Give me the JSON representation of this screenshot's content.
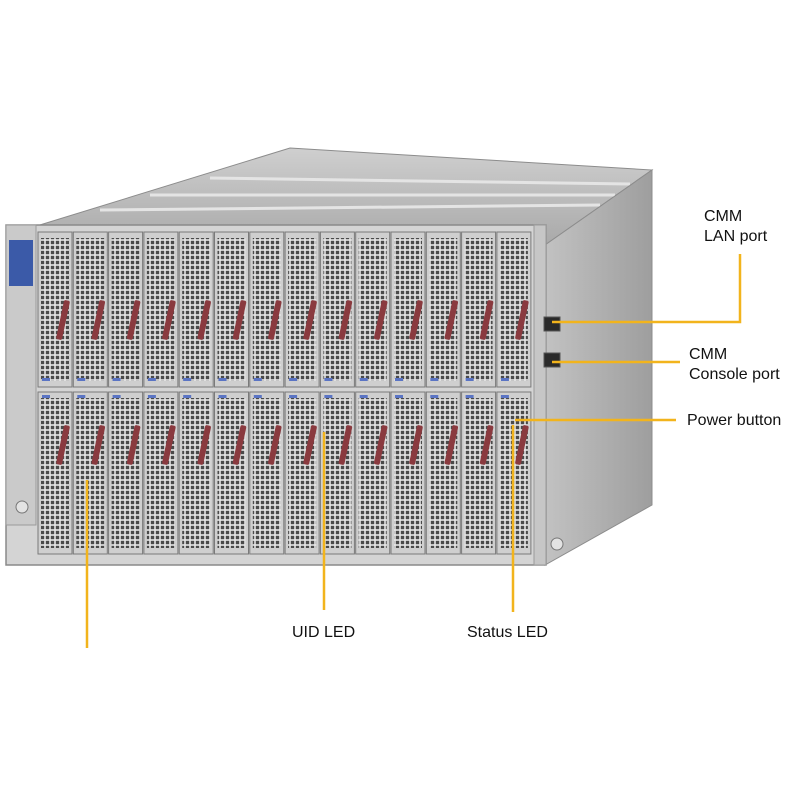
{
  "colors": {
    "leader_line": "#f2b41c",
    "blade_handle": "#8a3a3f",
    "chassis_metal": "#bdbdbd",
    "panel_blue": "#3b5aa8"
  },
  "callouts": {
    "cmm_lan_port": {
      "line1": "CMM",
      "line2": "LAN port"
    },
    "cmm_console_port": {
      "line1": "CMM",
      "line2": "Console port"
    },
    "power_button": {
      "text": "Power button"
    },
    "uid_led": {
      "text": "UID LED"
    },
    "status_led": {
      "text": "Status LED"
    }
  }
}
